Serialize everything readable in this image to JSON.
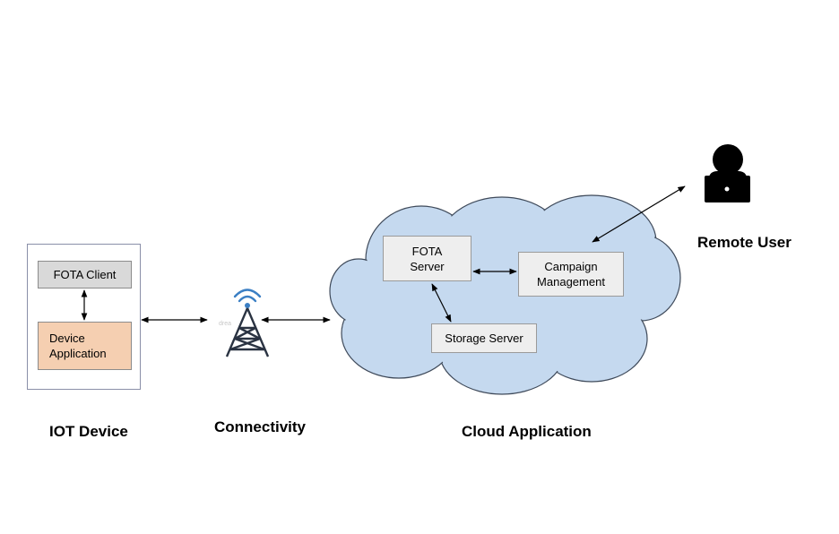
{
  "diagram": {
    "iot_device": {
      "title": "IOT Device",
      "fota_client": "FOTA Client",
      "device_application_line1": "Device",
      "device_application_line2": "Application",
      "fota_client_color": "#d9d9d9",
      "device_application_color": "#f5cfb1"
    },
    "connectivity": {
      "title": "Connectivity",
      "icon": "cell-tower-icon",
      "watermark": "drea"
    },
    "cloud_application": {
      "title": "Cloud Application",
      "cloud_color": "#c5d9ef",
      "fota_server_line1": "FOTA",
      "fota_server_line2": "Server",
      "campaign_line1": "Campaign",
      "campaign_line2": "Management",
      "storage_server": "Storage Server"
    },
    "remote_user": {
      "title": "Remote User",
      "icon": "user-laptop-icon"
    }
  }
}
